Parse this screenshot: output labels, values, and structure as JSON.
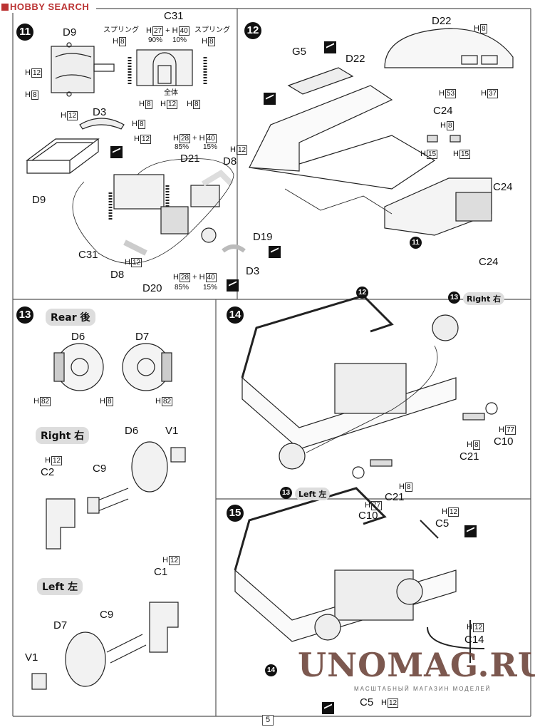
{
  "header": {
    "logo_text": "HOBBY SEARCH"
  },
  "paint_prefix": "H",
  "plus": "+",
  "step11": {
    "number": "11",
    "parts": {
      "d9_top": "D9",
      "c31_top": "C31",
      "d3_top": "D3",
      "d21": "D21",
      "d8_top": "D8",
      "d9_main": "D9",
      "c31_main": "C31",
      "d8_main": "D8",
      "d19": "D19",
      "d3_main": "D3",
      "d20": "D20"
    },
    "notes": {
      "spring": "スプリング",
      "whole": "全体",
      "pct_90": "90%",
      "pct_10": "10%",
      "pct_85": "85%",
      "pct_15": "15%"
    },
    "paint": [
      "8",
      "27",
      "40",
      "8",
      "12",
      "8",
      "8",
      "12",
      "8",
      "12",
      "8",
      "12",
      "28",
      "40",
      "12",
      "12",
      "28",
      "40"
    ]
  },
  "step12": {
    "number": "12",
    "parts": {
      "g5": "G5",
      "d22_main": "D22",
      "d22_detail": "D22",
      "c24_detail": "C24",
      "c24_upper": "C24",
      "c24_lower": "C24"
    },
    "ref_step": "11",
    "paint": [
      "8",
      "53",
      "37",
      "8",
      "15",
      "15"
    ]
  },
  "step13": {
    "number": "13",
    "rear_label": "Rear 後",
    "right_label": "Right 右",
    "left_label": "Left 左",
    "parts": {
      "d6_rear": "D6",
      "d7_rear": "D7",
      "d6": "D6",
      "v1_right": "V1",
      "c2": "C2",
      "c9_right": "C9",
      "c1": "C1",
      "d7": "D7",
      "c9_left": "C9",
      "v1_left": "V1"
    },
    "paint": [
      "82",
      "8",
      "82",
      "12",
      "12"
    ]
  },
  "step14": {
    "number": "14",
    "ref_top": "12",
    "ref_right": "13",
    "ref_left": "13",
    "right_label": "Right 右",
    "left_label": "Left 左",
    "parts": {
      "c10_right": "C10",
      "c21_right": "C21",
      "c21_left": "C21",
      "c10_left": "C10"
    },
    "paint": [
      "77",
      "8",
      "8",
      "77"
    ]
  },
  "step15": {
    "number": "15",
    "ref_step": "14",
    "parts": {
      "c5_top": "C5",
      "c14": "C14",
      "c5_bottom": "C5"
    },
    "paint": [
      "12",
      "12",
      "12"
    ]
  },
  "watermark": {
    "title": "UNOMAG.RU",
    "subtitle": "МАСШТАБНЫЙ МАГАЗИН МОДЕЛЕЙ"
  },
  "page_number": "5"
}
